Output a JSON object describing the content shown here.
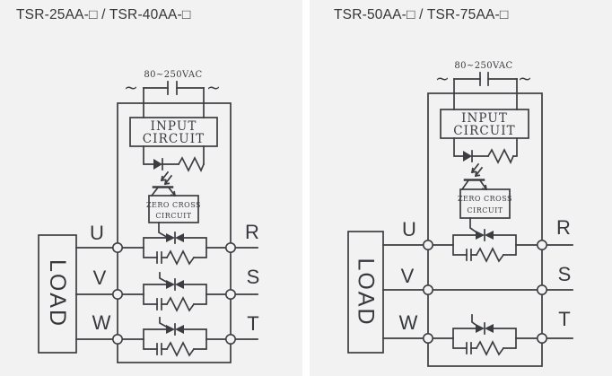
{
  "window": {
    "background": "#ffffff",
    "panel_background": "#f2f2f3",
    "ink": "#3b3d41"
  },
  "diagrams": [
    {
      "title": "TSR-25AA-□ / TSR-40AA-□",
      "voltage": "80~250VAC",
      "ac_left": "~",
      "ac_right": "~",
      "input_circuit_line1": "INPUT",
      "input_circuit_line2": "CIRCUIT",
      "zero_cross_line1": "ZERO CROSS",
      "zero_cross_line2": "CIRCUIT",
      "load": "LOAD",
      "u": "U",
      "v": "V",
      "w": "W",
      "r": "R",
      "s": "S",
      "t": "T",
      "switched_legs": [
        "U-R",
        "V-S",
        "W-T"
      ]
    },
    {
      "title": "TSR-50AA-□ / TSR-75AA-□",
      "voltage": "80~250VAC",
      "ac_left": "~",
      "ac_right": "~",
      "input_circuit_line1": "INPUT",
      "input_circuit_line2": "CIRCUIT",
      "zero_cross_line1": "ZERO CROSS",
      "zero_cross_line2": "CIRCUIT",
      "load": "LOAD",
      "u": "U",
      "v": "V",
      "w": "W",
      "r": "R",
      "s": "S",
      "t": "T",
      "switched_legs": [
        "U-R",
        "W-T"
      ]
    }
  ]
}
